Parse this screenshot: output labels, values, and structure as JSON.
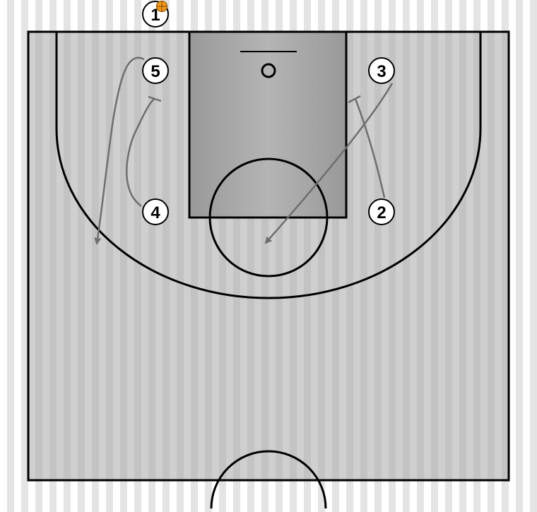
{
  "colors": {
    "court_fill": "#cdcdcd",
    "paint_fill": "#a9a9a9",
    "line_color": "#000000",
    "movement_color": "#6e6e6e",
    "player_fill": "#ffffff",
    "ball_color": "#f39a1d"
  },
  "players": [
    {
      "id": "p1",
      "label": "1",
      "has_ball": true
    },
    {
      "id": "p5",
      "label": "5",
      "has_ball": false
    },
    {
      "id": "p3",
      "label": "3",
      "has_ball": false
    },
    {
      "id": "p4",
      "label": "4",
      "has_ball": false
    },
    {
      "id": "p2",
      "label": "2",
      "has_ball": false
    }
  ],
  "icons": {
    "ball": "basketball-icon"
  }
}
